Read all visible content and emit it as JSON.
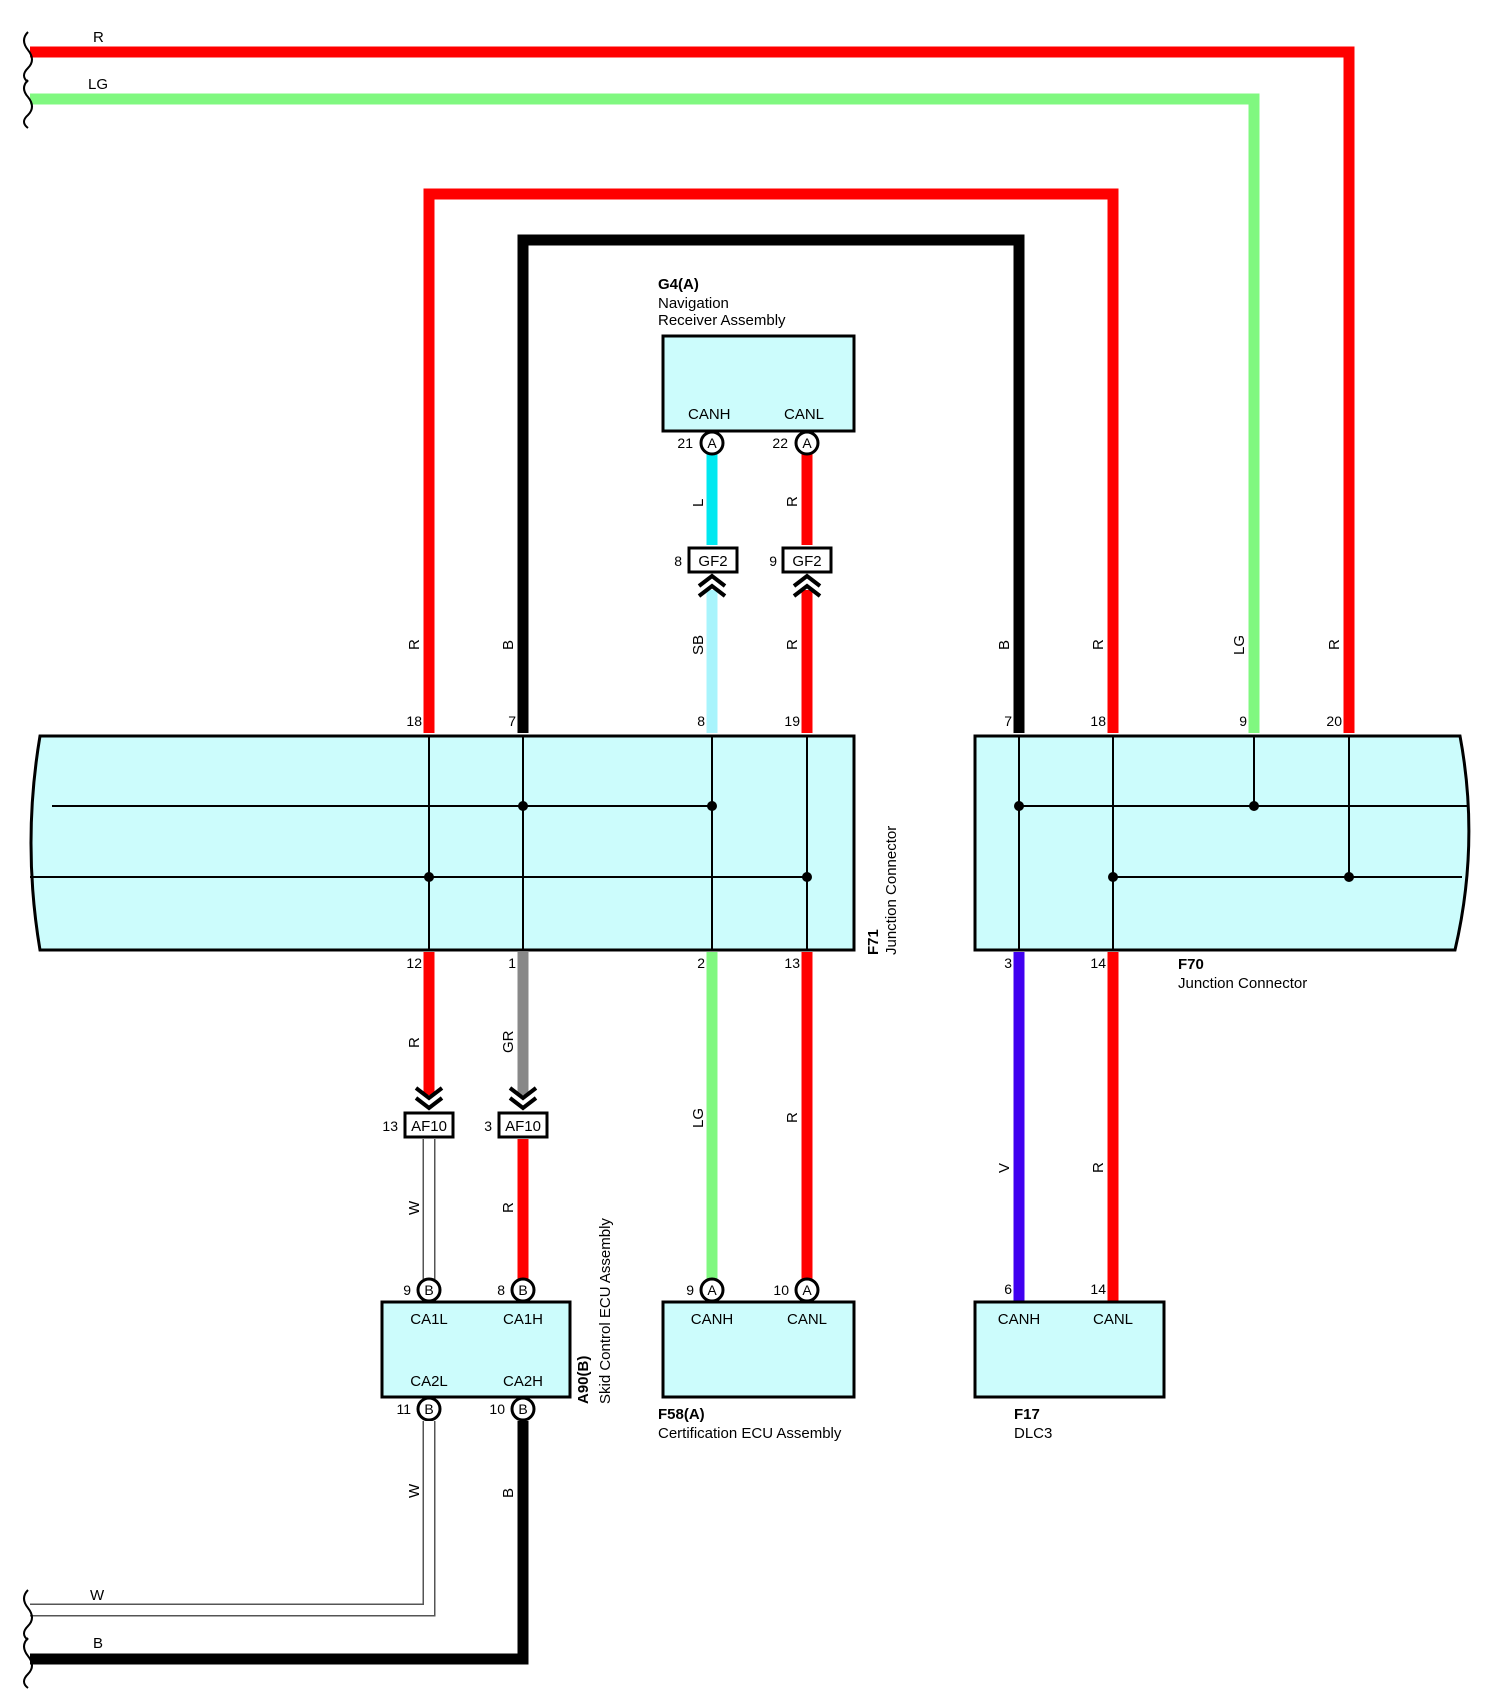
{
  "colors": {
    "R": "#ff0000",
    "LG": "#80f880",
    "B": "#000000",
    "L": "#00e8f0",
    "SB": "#a8f4fc",
    "GR": "#888888",
    "V": "#4000f0",
    "W": "#ffffff",
    "box_fill": "#ccfcfc"
  },
  "bus_in": {
    "r_label": "R",
    "lg_label": "LG"
  },
  "bus_out": {
    "w_label": "W",
    "b_label": "B"
  },
  "g4": {
    "code": "G4(A)",
    "name_line1": "Navigation",
    "name_line2": "Receiver Assembly",
    "sig_canh": "CANH",
    "sig_canl": "CANL",
    "pin_canh": "21",
    "pin_canl": "22",
    "conn_letter": "A",
    "wire_canh": "L",
    "wire_canl": "R"
  },
  "gf2": {
    "label": "GF2",
    "pin_left": "8",
    "pin_right": "9",
    "wire_left_below": "SB",
    "wire_right_below": "R"
  },
  "f71": {
    "code": "F71",
    "name": "Junction Connector",
    "top_pins": [
      "18",
      "7",
      "8",
      "19"
    ],
    "top_wires": [
      "R",
      "B",
      "SB",
      "R"
    ],
    "bottom_pins": [
      "12",
      "1",
      "2",
      "13"
    ]
  },
  "f70": {
    "code": "F70",
    "name": "Junction Connector",
    "top_pins": [
      "7",
      "18",
      "9",
      "20"
    ],
    "top_wires": [
      "B",
      "R",
      "LG",
      "R"
    ],
    "bottom_pins": [
      "3",
      "14"
    ]
  },
  "af10": {
    "label": "AF10",
    "pin_left": "13",
    "pin_right": "3",
    "wire_left_above": "R",
    "wire_right_above": "GR",
    "wire_left_below": "W",
    "wire_right_below": "R"
  },
  "a90": {
    "code": "A90(B)",
    "name": "Skid Control ECU Assembly",
    "sig_top_left": "CA1L",
    "sig_top_right": "CA1H",
    "sig_bot_left": "CA2L",
    "sig_bot_right": "CA2H",
    "pin_top_left": "9",
    "pin_top_right": "8",
    "pin_bot_left": "11",
    "pin_bot_right": "10",
    "conn_letter": "B",
    "wire_below_left": "W",
    "wire_below_right": "B"
  },
  "f58": {
    "code": "F58(A)",
    "name": "Certification ECU Assembly",
    "sig_canh": "CANH",
    "sig_canl": "CANL",
    "pin_canh": "9",
    "pin_canl": "10",
    "conn_letter": "A",
    "wire_canh": "LG",
    "wire_canl": "R"
  },
  "f17": {
    "code": "F17",
    "name": "DLC3",
    "sig_canh": "CANH",
    "sig_canl": "CANL",
    "pin_canh": "6",
    "pin_canl": "14",
    "wire_canh": "V",
    "wire_canl": "R"
  }
}
